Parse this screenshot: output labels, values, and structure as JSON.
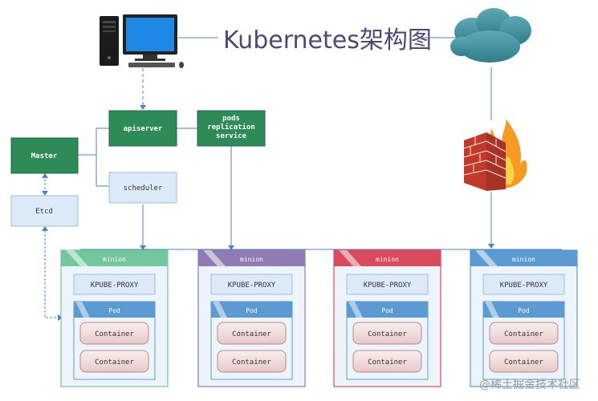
{
  "title": "Kubernetes架构图",
  "nodes": {
    "apiserver": "apiserver",
    "pods_replication_service": [
      "pods",
      "replication",
      "service"
    ],
    "master": "Master",
    "scheduler": "scheduler",
    "etcd": "Etcd"
  },
  "minions": [
    {
      "label": "minion",
      "color": "#74c69d",
      "proxy": "KPUBE-PROXY",
      "pod": "Pod",
      "containers": [
        "Container",
        "Container"
      ]
    },
    {
      "label": "minion",
      "color": "#8e7bb4",
      "proxy": "KPUBE-PROXY",
      "pod": "Pod",
      "containers": [
        "Container",
        "Container"
      ]
    },
    {
      "label": "minion",
      "color": "#d94a5c",
      "proxy": "KPUBE-PROXY",
      "pod": "Pod",
      "containers": [
        "Container",
        "Container"
      ]
    },
    {
      "label": "minion",
      "color": "#5b9bd1",
      "proxy": "KPUBE-PROXY",
      "pod": "Pod",
      "containers": [
        "Container",
        "Container"
      ]
    }
  ],
  "watermark": "@稀土掘金技术社区",
  "colors": {
    "green_box": "#2e8b57",
    "light_box": "#dce9f7",
    "line": "#4f81bd",
    "pod_header": "#5b9bd1",
    "container": "#f2dede"
  }
}
